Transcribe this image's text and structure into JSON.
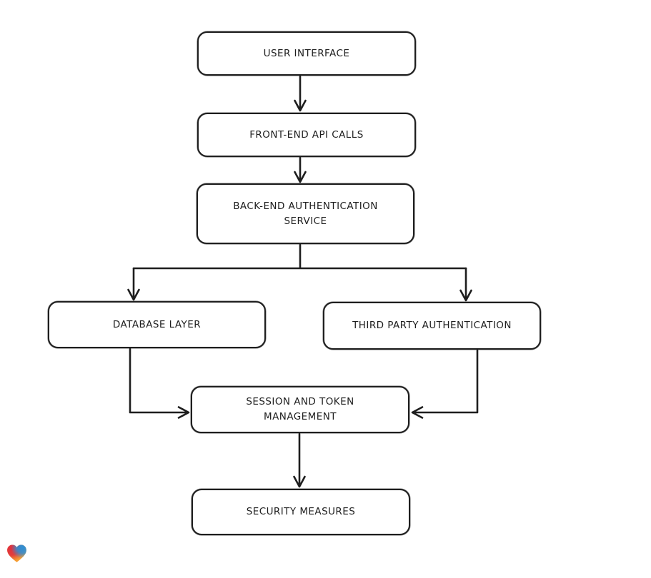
{
  "page": {
    "background_color": "#ffffff"
  },
  "diagram": {
    "type": "flowchart",
    "stroke_color": "#1e1e1e",
    "node_fill_color": "#ffffff",
    "nodes": [
      {
        "id": "user-interface",
        "label": "USER INTERFACE"
      },
      {
        "id": "front-end-api-calls",
        "label": "FRONT-END API CALLS"
      },
      {
        "id": "back-end-authentication-service",
        "label": "BACK-END AUTHENTICATION\nSERVICE"
      },
      {
        "id": "database-layer",
        "label": "DATABASE LAYER"
      },
      {
        "id": "third-party-authentication",
        "label": "THIRD PARTY AUTHENTICATION"
      },
      {
        "id": "session-and-token-management",
        "label": "SESSION AND TOKEN\nMANAGEMENT"
      },
      {
        "id": "security-measures",
        "label": "SECURITY MEASURES"
      }
    ],
    "edges": [
      {
        "from": "user-interface",
        "to": "front-end-api-calls"
      },
      {
        "from": "front-end-api-calls",
        "to": "back-end-authentication-service"
      },
      {
        "from": "back-end-authentication-service",
        "to": "database-layer"
      },
      {
        "from": "back-end-authentication-service",
        "to": "third-party-authentication"
      },
      {
        "from": "database-layer",
        "to": "session-and-token-management"
      },
      {
        "from": "third-party-authentication",
        "to": "session-and-token-management"
      },
      {
        "from": "session-and-token-management",
        "to": "security-measures"
      }
    ]
  },
  "branding": {
    "logo": "heart-logo",
    "logo_colors": {
      "red": "#e02e3e",
      "blue": "#2e8fd5",
      "teal": "#2fa890",
      "orange": "#f59d31"
    }
  }
}
